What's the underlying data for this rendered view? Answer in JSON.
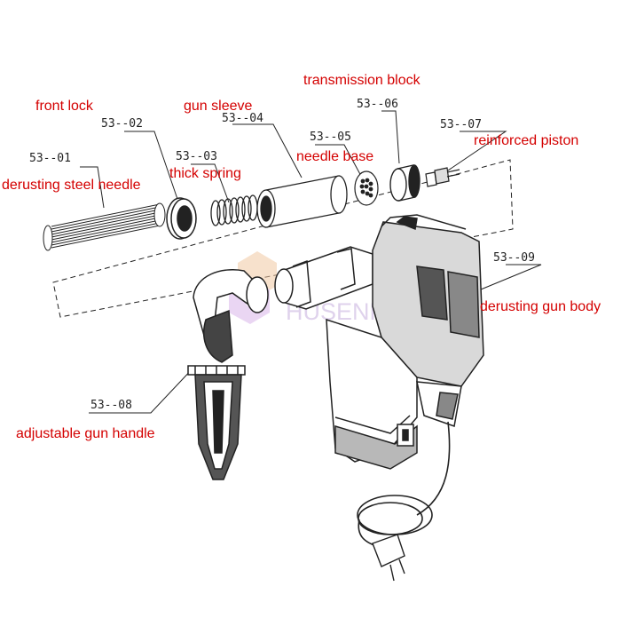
{
  "labels": {
    "transmission_block": "transmission block",
    "front_lock": "front lock",
    "gun_sleeve": "gun sleeve",
    "reinforced_piston": "reinforced piston",
    "needle_base": "needle base",
    "thick_spring": "thick spring",
    "derusting_steel_needle": "derusting steel needle",
    "derusting_gun_body": "derusting gun body",
    "adjustable_gun_handle": "adjustable gun handle"
  },
  "part_codes": {
    "p01": "53--01",
    "p02": "53--02",
    "p03": "53--03",
    "p04": "53--04",
    "p05": "53--05",
    "p06": "53--06",
    "p07": "53--07",
    "p08": "53--08",
    "p09": "53--09"
  },
  "watermark": {
    "brand": "HUSENR"
  },
  "colors": {
    "label_red": "#d40000",
    "line_art": "#222222",
    "watermark_purple": "#d8c8e8"
  }
}
